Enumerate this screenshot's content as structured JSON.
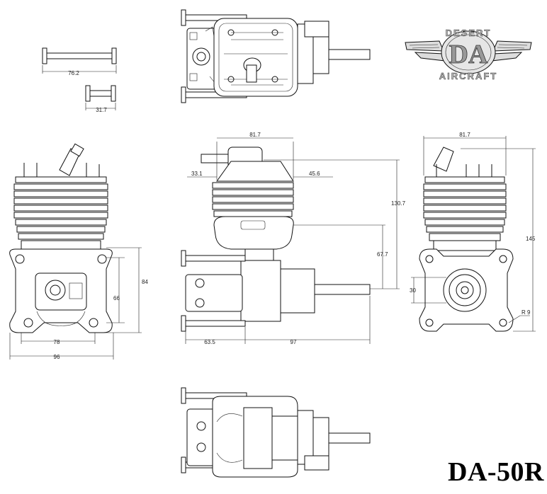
{
  "logo": {
    "top_text": "DESERT",
    "bottom_text": "AIRCRAFT",
    "monogram": "DA"
  },
  "model": "DA-50R",
  "dimensions": {
    "standoff_long": "76.2",
    "standoff_short": "31.7",
    "front_width_top": "81.7",
    "cyl_left": "33.1",
    "cyl_right": "45.6",
    "side_height": "130.7",
    "side_center": "67.7",
    "side_rear": "63.5",
    "side_front": "97",
    "rear_width_top": "81.7",
    "rear_height": "145",
    "rear_hub": "30",
    "rear_radius": "R 9",
    "front_height": "84",
    "front_center": "66",
    "front_bolt": "78",
    "front_width": "96"
  }
}
